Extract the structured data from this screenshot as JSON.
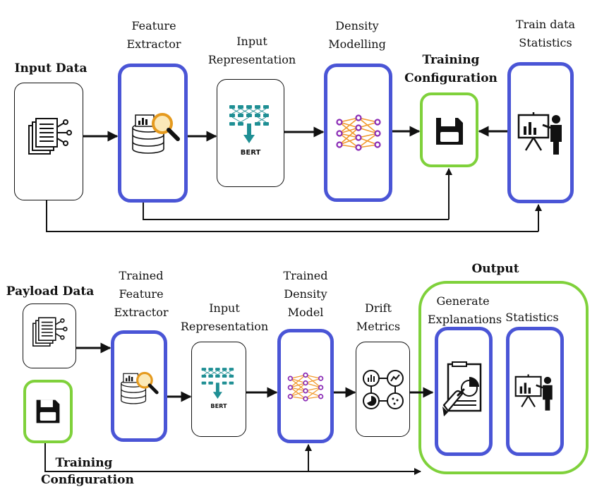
{
  "top": {
    "input_data": "Input Data",
    "feature_extractor": [
      "Feature",
      "Extractor"
    ],
    "input_representation": [
      "Input",
      "Representation"
    ],
    "density_modelling": [
      "Density",
      "Modelling"
    ],
    "training_configuration": [
      "Training",
      "Configuration"
    ],
    "train_data_statistics": [
      "Train data",
      "Statistics"
    ],
    "bert": "BERT"
  },
  "bottom": {
    "payload_data": "Payload Data",
    "trained_feature_extractor": [
      "Trained",
      "Feature",
      "Extractor"
    ],
    "input_representation": [
      "Input",
      "Representation"
    ],
    "trained_density_model": [
      "Trained",
      "Density",
      "Model"
    ],
    "drift_metrics": [
      "Drift",
      "Metrics"
    ],
    "output": "Output",
    "generate_explanations": [
      "Generate",
      "Explanations"
    ],
    "statistics": "Statistics",
    "training_configuration": [
      "Training",
      "Configuration"
    ],
    "bert": "BERT"
  },
  "colors": {
    "blue_border": "#4a55d6",
    "green_border": "#7fd13b",
    "teal_icon": "#1f8f94",
    "network_orange": "#f29a2e",
    "network_purple": "#8a2bb5"
  }
}
